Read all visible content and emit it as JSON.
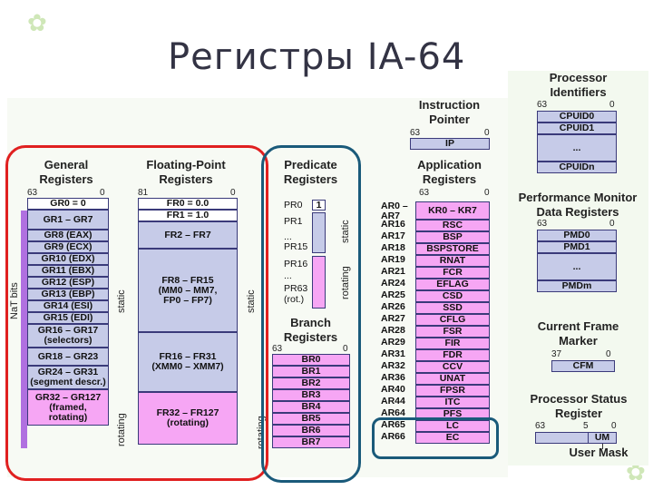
{
  "title": "Регистры IA-64",
  "general": {
    "header1": "General",
    "header2": "Registers",
    "bit_hi": "63",
    "bit_lo": "0",
    "cells": [
      "GR0 = 0",
      "GR1 – GR7",
      "GR8 (EAX)",
      "GR9 (ECX)",
      "GR10 (EDX)",
      "GR11 (EBX)",
      "GR12 (ESP)",
      "GR13 (EBP)",
      "GR14 (ESI)",
      "GR15 (EDI)",
      "GR16 – GR17\n(selectors)",
      "GR18 – GR23",
      "GR24 – GR31\n(segment descr.)",
      "GR32 – GR127\n(framed,\nrotating)"
    ],
    "nat_label": "NaT bits",
    "static_label": "static",
    "rotating_label": "rotating"
  },
  "fp": {
    "header1": "Floating-Point",
    "header2": "Registers",
    "bit_hi": "81",
    "bit_lo": "0",
    "cells": [
      "FR0 = 0.0",
      "FR1 = 1.0",
      "FR2 – FR7",
      "FR8 – FR15\n(MM0 – MM7,\nFP0 – FP7)",
      "FR16 – FR31\n(XMM0 – XMM7)",
      "FR32 – FR127\n(rotating)"
    ],
    "static_label": "static",
    "rotating_label": "rotating"
  },
  "pred": {
    "header1": "Predicate",
    "header2": "Registers",
    "rows": [
      "PR0",
      "PR1",
      "...",
      "PR15",
      "PR16",
      "...",
      "PR63\n(rot.)"
    ],
    "pr0_val": "1",
    "static_label": "static",
    "rotating_label": "rotating"
  },
  "branch": {
    "header1": "Branch",
    "header2": "Registers",
    "bit_hi": "63",
    "bit_lo": "0",
    "cells": [
      "BR0",
      "BR1",
      "BR2",
      "BR3",
      "BR4",
      "BR5",
      "BR6",
      "BR7"
    ]
  },
  "ip": {
    "header1": "Instruction",
    "header2": "Pointer",
    "bit_hi": "63",
    "bit_lo": "0",
    "cell": "IP"
  },
  "app": {
    "header1": "Application",
    "header2": "Registers",
    "bit_hi": "63",
    "bit_lo": "0",
    "labels": [
      "AR0 –\nAR7",
      "AR16",
      "AR17",
      "AR18",
      "AR19",
      "AR21",
      "AR24",
      "AR25",
      "AR26",
      "AR27",
      "AR28",
      "AR29",
      "AR31",
      "AR32",
      "AR36",
      "AR40",
      "AR44",
      "AR64",
      "AR65",
      "AR66"
    ],
    "cells": [
      "KR0 – KR7",
      "RSC",
      "BSP",
      "BSPSTORE",
      "RNAT",
      "FCR",
      "EFLAG",
      "CSD",
      "SSD",
      "CFLG",
      "FSR",
      "FIR",
      "FDR",
      "CCV",
      "UNAT",
      "FPSR",
      "ITC",
      "PFS",
      "LC",
      "EC"
    ]
  },
  "cpuid": {
    "header1": "Processor",
    "header2": "Identifiers",
    "bit_hi": "63",
    "bit_lo": "0",
    "cells": [
      "CPUID0",
      "CPUID1",
      "...",
      "CPUIDn"
    ]
  },
  "pmd": {
    "header1": "Performance Monitor",
    "header2": "Data Registers",
    "bit_hi": "63",
    "bit_lo": "0",
    "cells": [
      "PMD0",
      "PMD1",
      "...",
      "PMDm"
    ]
  },
  "cfm": {
    "header1": "Current Frame",
    "header2": "Marker",
    "bit_hi": "37",
    "bit_lo": "0",
    "cell": "CFM"
  },
  "psr": {
    "header1": "Processor Status",
    "header2": "Register",
    "bit_hi": "63",
    "bit_mid": "5",
    "bit_lo": "0",
    "cell": "UM",
    "user_mask": "User Mask"
  },
  "colors": {
    "lavender": "#c6cbe8",
    "pink": "#f6a6f4",
    "red_frame": "#e02020",
    "blue_frame": "#1a5a7a"
  }
}
